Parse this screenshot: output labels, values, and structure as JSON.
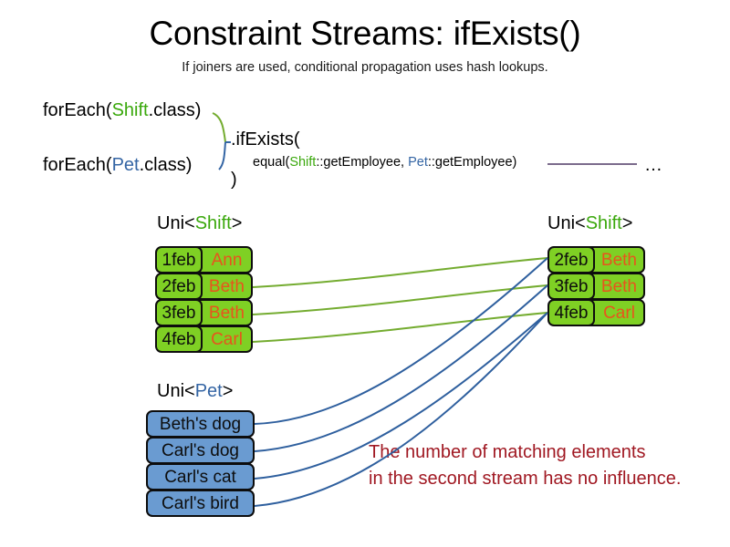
{
  "header": {
    "title": "Constraint Streams: ifExists()",
    "subtitle": "If joiners are used, conditional propagation uses hash lookups."
  },
  "code": {
    "foreach_shift_prefix": "forEach(",
    "foreach_shift_type": "Shift",
    "foreach_shift_suffix": ".class)",
    "foreach_pet_prefix": "forEach(",
    "foreach_pet_type": "Pet",
    "foreach_pet_suffix": ".class)",
    "if_exists": ".ifExists(",
    "equal_prefix": "equal(",
    "equal_shift_type": "Shift",
    "equal_shift_method": "::getEmployee, ",
    "equal_pet_type": "Pet",
    "equal_pet_method": "::getEmployee)",
    "close_paren": ")",
    "ellipsis": "…"
  },
  "tables": {
    "left_shift": {
      "label_prefix": "Uni<",
      "label_type": "Shift",
      "label_suffix": ">",
      "rows": [
        {
          "key": "1feb",
          "value": "Ann"
        },
        {
          "key": "2feb",
          "value": "Beth"
        },
        {
          "key": "3feb",
          "value": "Beth"
        },
        {
          "key": "4feb",
          "value": "Carl"
        }
      ]
    },
    "right_shift": {
      "label_prefix": "Uni<",
      "label_type": "Shift",
      "label_suffix": ">",
      "rows": [
        {
          "key": "2feb",
          "value": "Beth"
        },
        {
          "key": "3feb",
          "value": "Beth"
        },
        {
          "key": "4feb",
          "value": "Carl"
        }
      ]
    },
    "pet": {
      "label_prefix": "Uni<",
      "label_type": "Pet",
      "label_suffix": ">",
      "rows": [
        {
          "value": "Beth's dog"
        },
        {
          "value": "Carl's dog"
        },
        {
          "value": "Carl's cat"
        },
        {
          "value": "Carl's bird"
        }
      ]
    }
  },
  "annotation": {
    "line1": "The number of matching elements",
    "line2": "in the second stream has no influence."
  },
  "colors": {
    "shift_green": "#3aa80c",
    "pet_blue": "#3465a4",
    "box_green": "#7fd024",
    "box_blue": "#6a9bd1",
    "value_orange": "#e8541d",
    "annotation_red": "#a01822",
    "wire_green": "#74ac30",
    "wire_blue": "#2e5f9e",
    "rule_purple": "#7b6b8c"
  }
}
